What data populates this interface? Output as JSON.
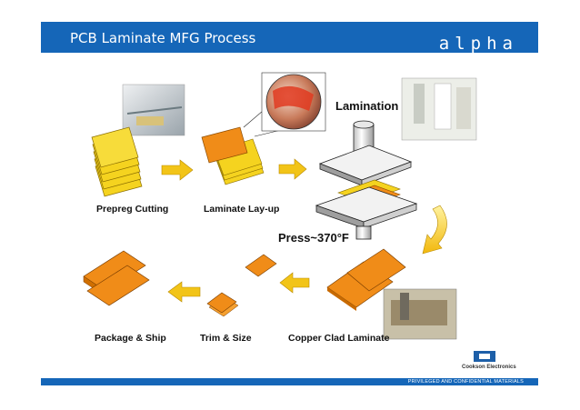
{
  "header": {
    "title": "PCB Laminate MFG Process",
    "brand": "alpha"
  },
  "steps": {
    "prepreg_cutting": "Prepreg Cutting",
    "laminate_layup": "Laminate Lay-up",
    "lamination": "Lamination",
    "press": "Press~370°F",
    "copper_clad": "Copper Clad Laminate",
    "trim_size": "Trim & Size",
    "package_ship": "Package & Ship"
  },
  "footer": {
    "company": "Cookson Electronics",
    "notice": "PRIVILEGED AND CONFIDENTIAL MATERIALS"
  },
  "colors": {
    "header_blue": "#1566b8",
    "prepreg_yellow": "#f5d31f",
    "laminate_orange": "#f08c18",
    "arrow_yellow": "#f2c418"
  }
}
